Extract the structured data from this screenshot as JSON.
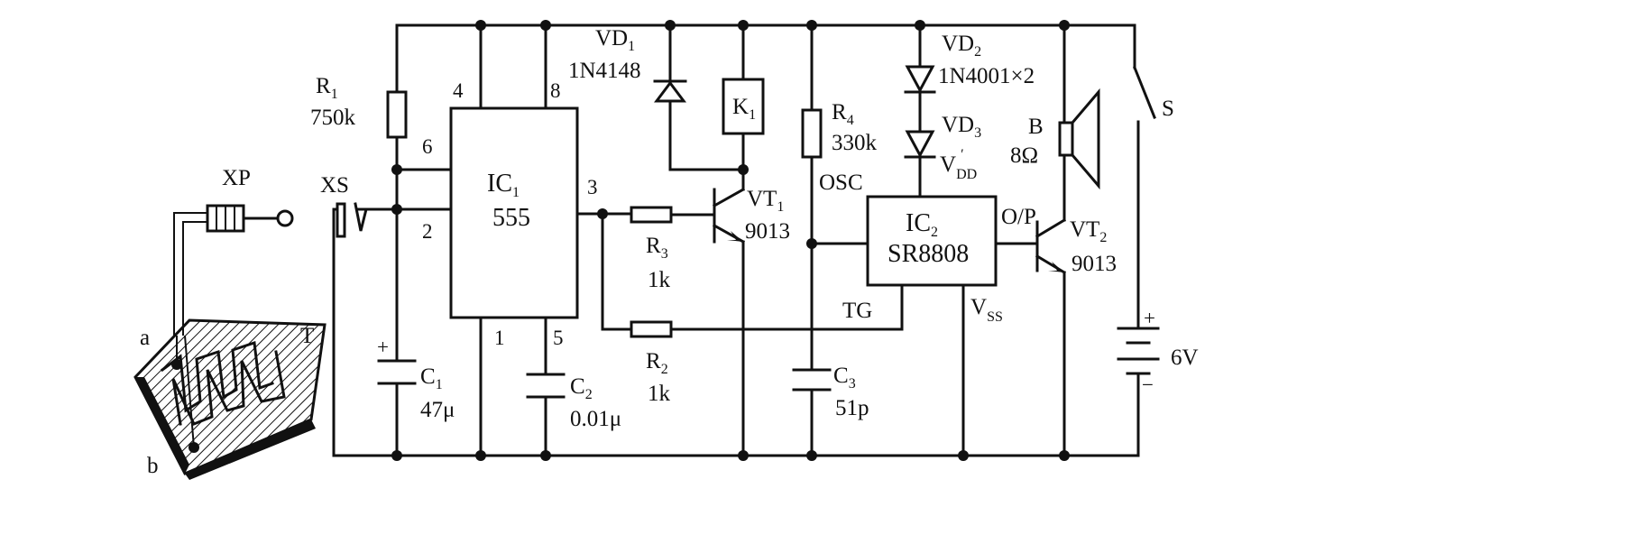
{
  "diagram": {
    "components": {
      "r1": {
        "name": "R",
        "sub": "1",
        "value": "750k"
      },
      "ic1": {
        "name": "IC",
        "sub": "1",
        "part": "555"
      },
      "pins_ic1": {
        "p4": "4",
        "p8": "8",
        "p6": "6",
        "p2": "2",
        "p3": "3",
        "p1": "1",
        "p5": "5"
      },
      "xp": {
        "name": "XP"
      },
      "xs": {
        "name": "XS"
      },
      "t": {
        "name": "T",
        "a": "a",
        "b": "b"
      },
      "c1": {
        "name": "C",
        "sub": "1",
        "value": "47μ",
        "polarity": "+"
      },
      "c2": {
        "name": "C",
        "sub": "2",
        "value": "0.01μ"
      },
      "vd1": {
        "name": "VD",
        "sub": "1",
        "part": "1N4148"
      },
      "k1": {
        "name": "K",
        "sub": "1"
      },
      "vt1": {
        "name": "VT",
        "sub": "1",
        "part": "9013"
      },
      "r3": {
        "name": "R",
        "sub": "3",
        "value": "1k"
      },
      "r2": {
        "name": "R",
        "sub": "2",
        "value": "1k"
      },
      "r4": {
        "name": "R",
        "sub": "4",
        "value": "330k"
      },
      "osc": {
        "label": "OSC"
      },
      "c3": {
        "name": "C",
        "sub": "3",
        "value": "51p"
      },
      "vd2": {
        "name": "VD",
        "sub": "2",
        "part": "1N4001×2"
      },
      "vd3": {
        "name": "VD",
        "sub": "3"
      },
      "vdd": {
        "name": "V",
        "sub": "DD",
        "prime": "′"
      },
      "ic2": {
        "name": "IC",
        "sub": "2",
        "part": "SR8808"
      },
      "tg": {
        "label": "TG"
      },
      "vss": {
        "name": "V",
        "sub": "SS"
      },
      "op": {
        "label": "O/P"
      },
      "vt2": {
        "name": "VT",
        "sub": "2",
        "part": "9013"
      },
      "b": {
        "name": "B",
        "value": "8Ω"
      },
      "s": {
        "name": "S"
      },
      "bat": {
        "value": "6V",
        "plus": "+",
        "minus": "−"
      }
    }
  }
}
